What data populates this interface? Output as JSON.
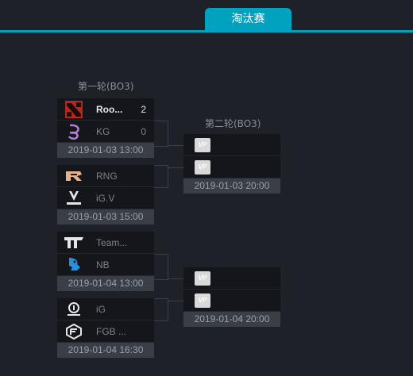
{
  "tab": {
    "label": "淘汰赛"
  },
  "rounds": [
    {
      "title": "第一轮(BO3)"
    },
    {
      "title": "第二轮(BO3)"
    }
  ],
  "round1": [
    {
      "teams": [
        {
          "name": "Roo...",
          "score": "2",
          "logo": "dota2-logo-icon",
          "winner": true
        },
        {
          "name": "KG",
          "score": "0",
          "logo": "kg-logo-icon",
          "winner": false
        }
      ],
      "date": "2019-01-03 13:00"
    },
    {
      "teams": [
        {
          "name": "RNG",
          "score": "",
          "logo": "rng-logo-icon"
        },
        {
          "name": "iG.V",
          "score": "",
          "logo": "vitality-logo-icon"
        }
      ],
      "date": "2019-01-03 15:00"
    },
    {
      "teams": [
        {
          "name": "Team...",
          "score": "",
          "logo": "team-logo-icon"
        },
        {
          "name": "NB",
          "score": "",
          "logo": "nb-logo-icon"
        }
      ],
      "date": "2019-01-04 13:00"
    },
    {
      "teams": [
        {
          "name": "iG",
          "score": "",
          "logo": "ig-logo-icon"
        },
        {
          "name": "FGB ...",
          "score": "",
          "logo": "fgb-logo-icon"
        }
      ],
      "date": "2019-01-04 16:30"
    }
  ],
  "round2": [
    {
      "teams": [
        {
          "logo": "vp-placeholder-icon",
          "label": "VP"
        },
        {
          "logo": "vp-placeholder-icon",
          "label": "VP"
        }
      ],
      "date": "2019-01-03 20:00"
    },
    {
      "teams": [
        {
          "logo": "vp-placeholder-icon",
          "label": "VP"
        },
        {
          "logo": "vp-placeholder-icon",
          "label": "VP"
        }
      ],
      "date": "2019-01-04 20:00"
    }
  ],
  "colors": {
    "accent": "#00a2bf",
    "row_bg": "#14161b",
    "date_bg": "#3a3e46",
    "winner_text": "#e6e8ec",
    "muted_text": "#7d828c"
  }
}
